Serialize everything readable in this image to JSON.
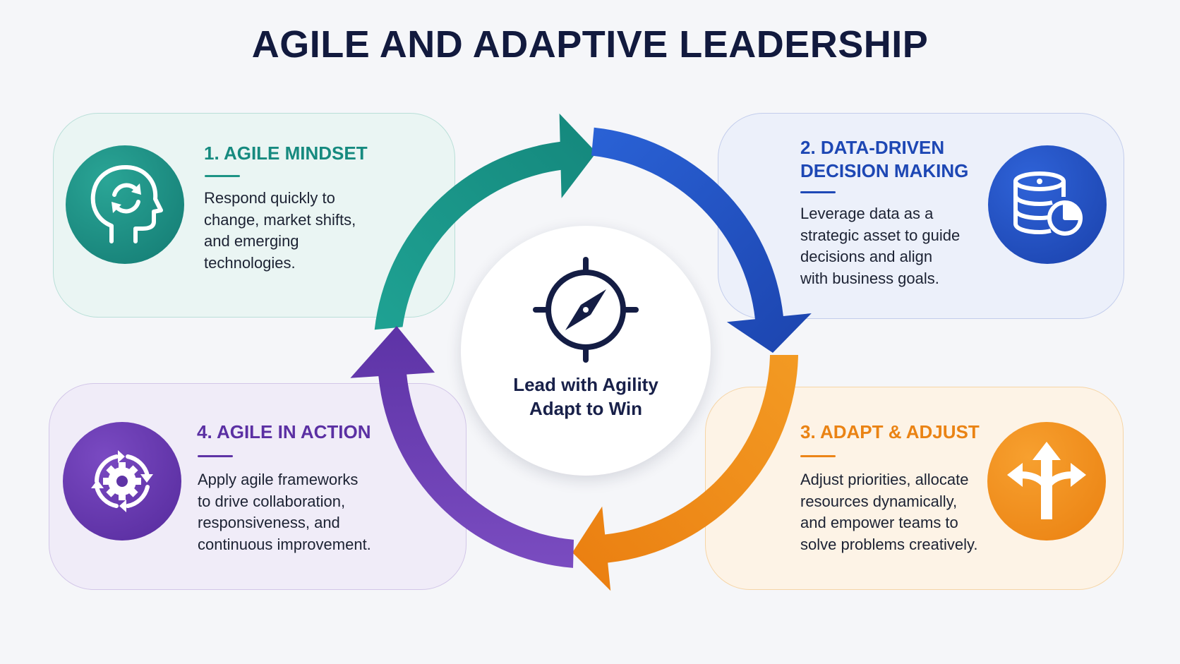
{
  "title": "AGILE AND ADAPTIVE LEADERSHIP",
  "center": {
    "line1": "Lead with Agility",
    "line2": "Adapt to Win",
    "icon": "compass-icon"
  },
  "sections": [
    {
      "title": "1. AGILE MINDSET",
      "title_lines": [
        "1. AGILE MINDSET"
      ],
      "description_lines": [
        "Respond quickly to",
        "change, market shifts,",
        "and emerging",
        "technologies."
      ],
      "icon": "head-refresh-icon",
      "color": "#168a7f"
    },
    {
      "title": "2. DATA-DRIVEN DECISION MAKING",
      "title_lines": [
        "2. DATA-DRIVEN",
        "DECISION MAKING"
      ],
      "description_lines": [
        "Leverage data as a",
        "strategic asset to guide",
        "decisions and align",
        "with business goals."
      ],
      "icon": "database-chart-icon",
      "color": "#1d47b4"
    },
    {
      "title": "3. ADAPT & ADJUST",
      "title_lines": [
        "3. ADAPT & ADJUST"
      ],
      "description_lines": [
        "Adjust priorities, allocate",
        "resources dynamically,",
        "and empower teams to",
        "solve problems creatively."
      ],
      "icon": "split-arrows-icon",
      "color": "#ea8314"
    },
    {
      "title": "4. AGILE IN ACTION",
      "title_lines": [
        "4. AGILE IN ACTION"
      ],
      "description_lines": [
        "Apply agile frameworks",
        "to drive collaboration,",
        "responsiveness, and",
        "continuous improvement."
      ],
      "icon": "gear-cycle-icon",
      "color": "#5b30a3"
    }
  ],
  "cycle_colors": [
    "#1f9d8f",
    "#2553c9",
    "#f08c17",
    "#6a3fb3"
  ]
}
